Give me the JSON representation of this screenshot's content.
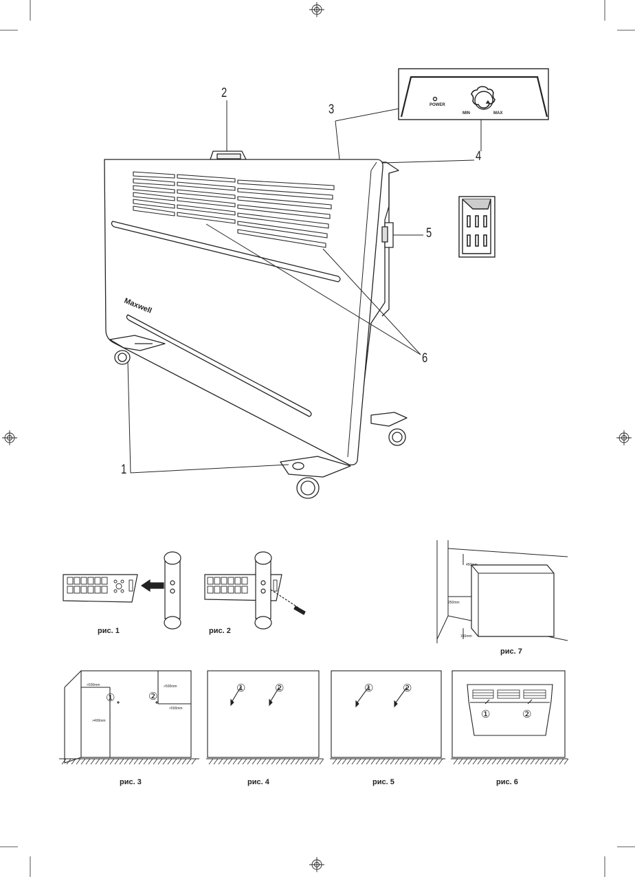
{
  "callouts": {
    "c1": "1",
    "c2": "2",
    "c3": "3",
    "c4": "4",
    "c5": "5",
    "c6": "6"
  },
  "heater": {
    "brand": "Maxwell"
  },
  "control_panel": {
    "power_label": "POWER",
    "min_label": "MIN",
    "max_label": "MAX"
  },
  "figures": {
    "fig1": "рис. 1",
    "fig2": "рис. 2",
    "fig3": "рис. 3",
    "fig4": "рис. 4",
    "fig5": "рис. 5",
    "fig6": "рис. 6",
    "fig7": "рис. 7"
  },
  "fig7_dims": {
    "top": "450mm",
    "side": "250mm",
    "bottom": "150mm"
  },
  "fig3_dims": {
    "left_top": ">500mm",
    "left_vertical": ">400mm",
    "right_top": ">500mm",
    "right_side": ">500mm"
  },
  "markers": {
    "one": "①",
    "two": "②"
  }
}
